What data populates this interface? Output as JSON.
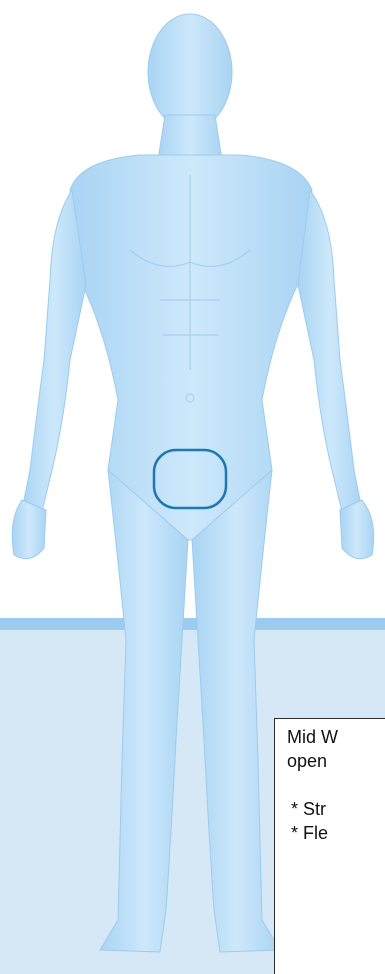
{
  "info_panel": {
    "heading_line1": "Mid W",
    "heading_line2": "open",
    "bullets": [
      "* Str",
      "* Fle"
    ]
  },
  "highlight": {
    "region": "groin",
    "stroke_color": "#1f78b4"
  },
  "figure": {
    "skin_color": "#bfe0f8",
    "skin_shadow": "#8fc3ea"
  }
}
